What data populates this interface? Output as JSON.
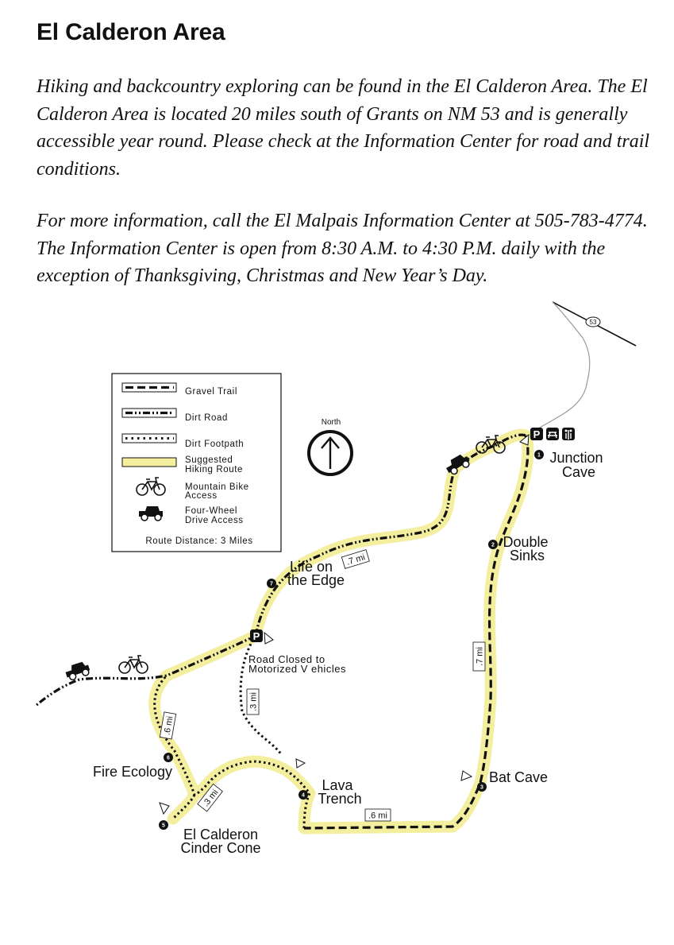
{
  "title": "El Calderon Area",
  "paragraphs": {
    "intro": "Hiking and backcountry exploring can be found in the El Calderon Area. The El Calderon Area is located 20 miles south of Grants on NM 53 and is generally accessible year round. Please check at the Information Center for road and trail conditions.",
    "contact": "For more information, call the El Malpais Information Center at 505-783-4774. The Information Center is open from 8:30 A.M. to 4:30 P.M. daily with the exception of Thanksgiving, Christmas and New Year’s Day."
  },
  "map": {
    "highway_label": "53",
    "north_label": "North",
    "colors": {
      "suggested_route": "#f4ef9e",
      "line": "#111111"
    },
    "legend": {
      "gravel_trail": "Gravel Trail",
      "dirt_road": "Dirt Road",
      "dirt_footpath": "Dirt Footpath",
      "suggested_route_1": "Suggested",
      "suggested_route_2": "Hiking Route",
      "bike_1": "Mountain Bike",
      "bike_2": "Access",
      "fourwd_1": "Four-Wheel",
      "fourwd_2": "Drive Access",
      "route_distance": "Route Distance: 3 Miles"
    },
    "stops": [
      {
        "number": "1",
        "line1": "Junction",
        "line2": "Cave"
      },
      {
        "number": "2",
        "line1": "Double",
        "line2": "Sinks"
      },
      {
        "number": "3",
        "line1": "Bat Cave",
        "line2": ""
      },
      {
        "number": "4",
        "line1": "Lava",
        "line2": "Trench"
      },
      {
        "number": "5",
        "line1": "El Calderon",
        "line2": "Cinder Cone"
      },
      {
        "number": "6",
        "line1": "Fire Ecology",
        "line2": ""
      },
      {
        "number": "7",
        "line1": "Life on",
        "line2": "the Edge"
      }
    ],
    "distances": {
      "d_road_top": ".7 mi",
      "d_right": ".7 mi",
      "d_bottom": ".6 mi",
      "d_spur": ".3 mi",
      "d_left": ".6 mi",
      "d_cone": ".3 mi"
    },
    "road_closed_1": "Road Closed to",
    "road_closed_2": "Motorized V ehicles",
    "parking": "P"
  }
}
